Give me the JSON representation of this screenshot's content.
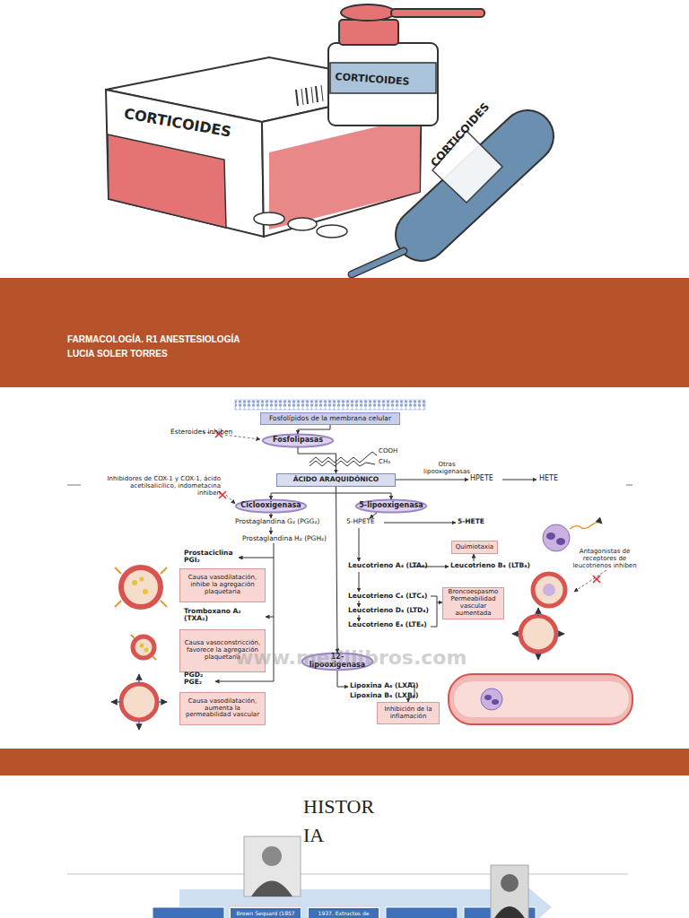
{
  "diagram": {
    "title": "CORTICOESTEROIDES",
    "nodes": [
      {
        "text": [
          "FARMACOLOGÍA. R1 ANESTESIOLOGÍA",
          "LUCIA SOLER TORRES"
        ]
      },
      {
        "text": [
          "Fosfolípidos de la membrana celular"
        ]
      },
      {
        "text": [
          "Fosfolipasas"
        ]
      },
      {
        "text": [
          "ÁCIDO ARAQUIDÓNICO"
        ]
      },
      {
        "text": [
          "Ciclooxigenasa"
        ]
      },
      {
        "text": [
          "5-lipooxigenasa"
        ]
      },
      {
        "text": [
          "Quimiotaxia"
        ]
      },
      {
        "text": [
          "Causa vasodilatación, inhibe la agregación plaquetaria"
        ]
      },
      {
        "text": [
          "Broncoespasmo Permeabilidad vascular aumentada"
        ]
      },
      {
        "text": [
          "Causa vasoconstricción, favorece la agregación plaquetaria"
        ]
      },
      {
        "text": [
          "12-lipooxigenasa"
        ]
      },
      {
        "text": [
          "Causa vasodilatación, aumenta la permeabilidad vascular"
        ]
      },
      {
        "text": [
          "Inhibición de la inflamación"
        ]
      },
      {
        "text": [
          "Brown Sequard (1857"
        ]
      },
      {
        "text": [
          "1937. Extractos de"
        ]
      }
    ],
    "edges": [
      {
        "from": 1,
        "to": 2,
        "arrow": "to"
      },
      {
        "from": 2,
        "to": 3,
        "arrow": "to"
      },
      {
        "from": 3,
        "to": 4,
        "arrow": "to"
      },
      {
        "from": 3,
        "to": 5,
        "arrow": "to"
      },
      {
        "from": 3,
        "to": 10,
        "arrow": "to"
      }
    ],
    "labels": [
      "CORTICOIDES",
      "CORTICOIDES",
      "CORTICOIDES",
      "Esteroides inhiben",
      "COOH",
      "CH₃",
      "Otras lipooxigenasas",
      "HPETE",
      "HETE",
      "Inhibidores de COX-1 y COX-1, ácido acetilsalicílico, indometacina inhiben",
      "Prostaglandina G₂ (PGG₂)",
      "Prostaglandina H₂ (PGH₂)",
      "5-HPETE",
      "5-HETE",
      "Antagonistas de receptores de leucotrienos inhiben",
      "Leucotrieno A₄ (LTA₄)",
      "Leucotrieno B₄ (LTB₄)",
      "Prostaciclina PGI₂",
      "Leucotrieno C₄ (LTC₄)",
      "Leucotrieno D₄ (LTD₄)",
      "Leucotrieno E₄ (LTE₄)",
      "Tromboxano A₂ (TXA₂)",
      "www.medilibros.com",
      "PGD₂ PGE₂",
      "Lipoxina A₄ (LXA₄)",
      "Lipoxina B₄ (LXB₄)",
      "HISTOR IA"
    ]
  }
}
